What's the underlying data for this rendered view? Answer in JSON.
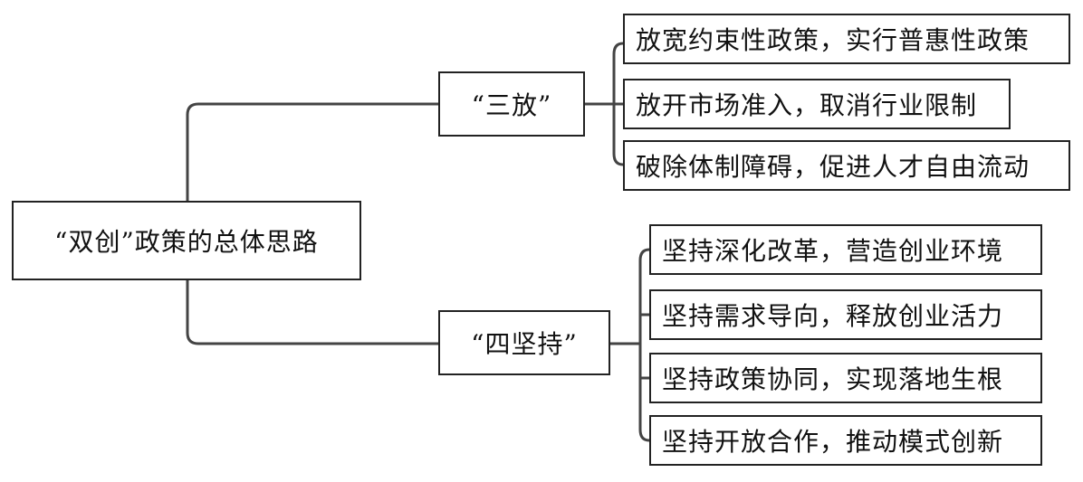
{
  "root": {
    "label": "“双创”政策的总体思路"
  },
  "branches": [
    {
      "label": "“三放”",
      "items": [
        "放宽约束性政策，实行普惠性政策",
        "放开市场准入，取消行业限制",
        "破除体制障碍，促进人才自由流动"
      ]
    },
    {
      "label": "“四坚持”",
      "items": [
        "坚持深化改革，营造创业环境",
        "坚持需求导向，释放创业活力",
        "坚持政策协同，实现落地生根",
        "坚持开放合作，推动模式创新"
      ]
    }
  ]
}
